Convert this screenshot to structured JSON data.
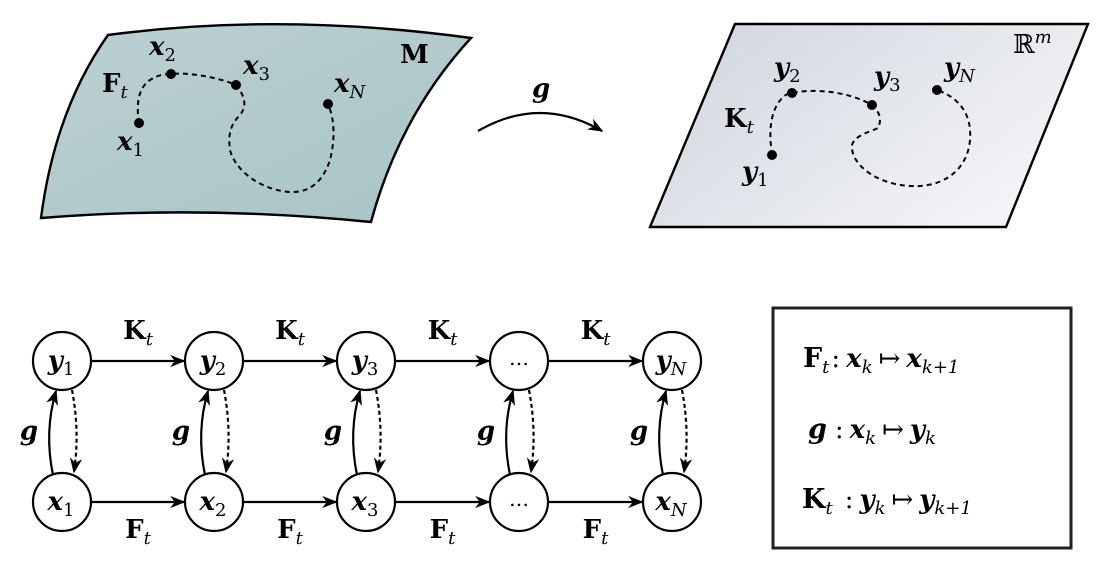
{
  "top": {
    "manifold": {
      "label": "M",
      "fill_color": "#b3cbcd",
      "points": [
        {
          "main": "x",
          "sub": "1"
        },
        {
          "main": "x",
          "sub": "2"
        },
        {
          "main": "x",
          "sub": "3"
        },
        {
          "main": "x",
          "sub": "N"
        }
      ],
      "flow_label": {
        "main": "F",
        "sub": "t"
      }
    },
    "map_arrow": {
      "label": "g"
    },
    "plane": {
      "label": "ℝ",
      "label_sup": "m",
      "fill_color": "#dfe2e8",
      "points": [
        {
          "main": "y",
          "sub": "1"
        },
        {
          "main": "y",
          "sub": "2"
        },
        {
          "main": "y",
          "sub": "3"
        },
        {
          "main": "y",
          "sub": "N"
        }
      ],
      "flow_label": {
        "main": "K",
        "sub": "t"
      }
    }
  },
  "graph": {
    "top_nodes": [
      {
        "main": "y",
        "sub": "1"
      },
      {
        "main": "y",
        "sub": "2"
      },
      {
        "main": "y",
        "sub": "3"
      },
      {
        "main": "…",
        "sub": ""
      },
      {
        "main": "y",
        "sub": "N"
      }
    ],
    "bottom_nodes": [
      {
        "main": "x",
        "sub": "1"
      },
      {
        "main": "x",
        "sub": "2"
      },
      {
        "main": "x",
        "sub": "3"
      },
      {
        "main": "…",
        "sub": ""
      },
      {
        "main": "x",
        "sub": "N"
      }
    ],
    "top_edge_label": {
      "main": "K",
      "sub": "t"
    },
    "bottom_edge_label": {
      "main": "F",
      "sub": "t"
    },
    "vertical_edge_label": "g"
  },
  "legend": {
    "lines": [
      {
        "op": "F",
        "op_sub": "t",
        "sep": ":",
        "from": "x",
        "from_sub": "k",
        "arrow": "↦",
        "to": "x",
        "to_sub": "k+1"
      },
      {
        "op": "g",
        "op_sub": "",
        "sep": ":",
        "from": "x",
        "from_sub": "k",
        "arrow": "↦",
        "to": "y",
        "to_sub": "k"
      },
      {
        "op": "K",
        "op_sub": "t",
        "sep": ":",
        "from": "y",
        "from_sub": "k",
        "arrow": "↦",
        "to": "y",
        "to_sub": "k+1"
      }
    ]
  }
}
